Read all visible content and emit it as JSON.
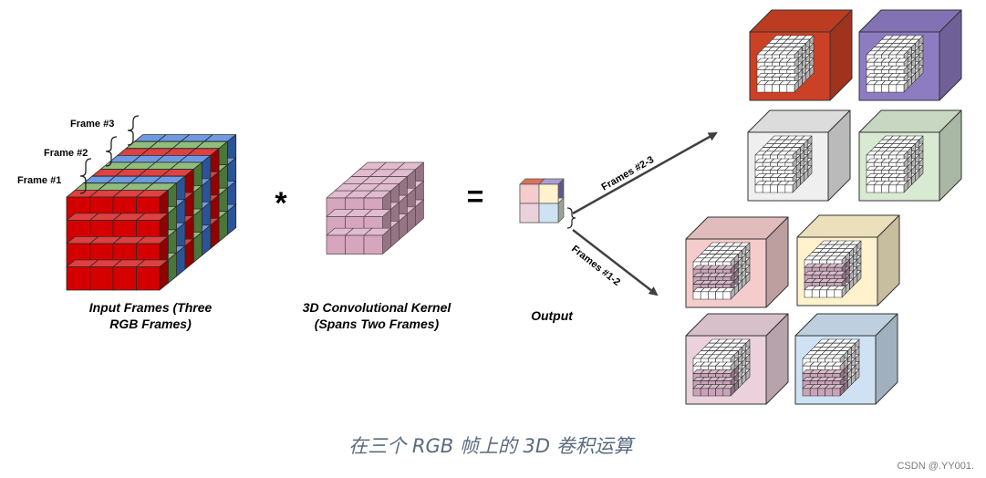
{
  "labels": {
    "frame3": "Frame #3",
    "frame2": "Frame #2",
    "frame1": "Frame #1",
    "input_line1": "Input Frames (Three",
    "input_line2": "RGB Frames)",
    "kernel_line1": "3D Convolutional Kernel",
    "kernel_line2": "(Spans Two Frames)",
    "output": "Output",
    "frames_23": "Frames #2-3",
    "frames_12": "Frames #1-2",
    "multiply_symbol": "*",
    "equals_symbol": "="
  },
  "caption": "在三个 RGB 帧上的 3D 卷积运算",
  "watermark": "CSDN @.YY001.",
  "colors": {
    "red": "#d40000",
    "green": "#6aa84f",
    "blue": "#3c78d8",
    "kernel": "#d5a6bd",
    "out_red": "#cc4125",
    "out_purple": "#8e7cc3",
    "out_gray": "#efefef",
    "out_green": "#d9ead3",
    "out_pink": "#f4cccc",
    "out_yellow": "#fff2cc",
    "out_mauve": "#ead1dc",
    "out_lightblue": "#cfe2f3"
  }
}
